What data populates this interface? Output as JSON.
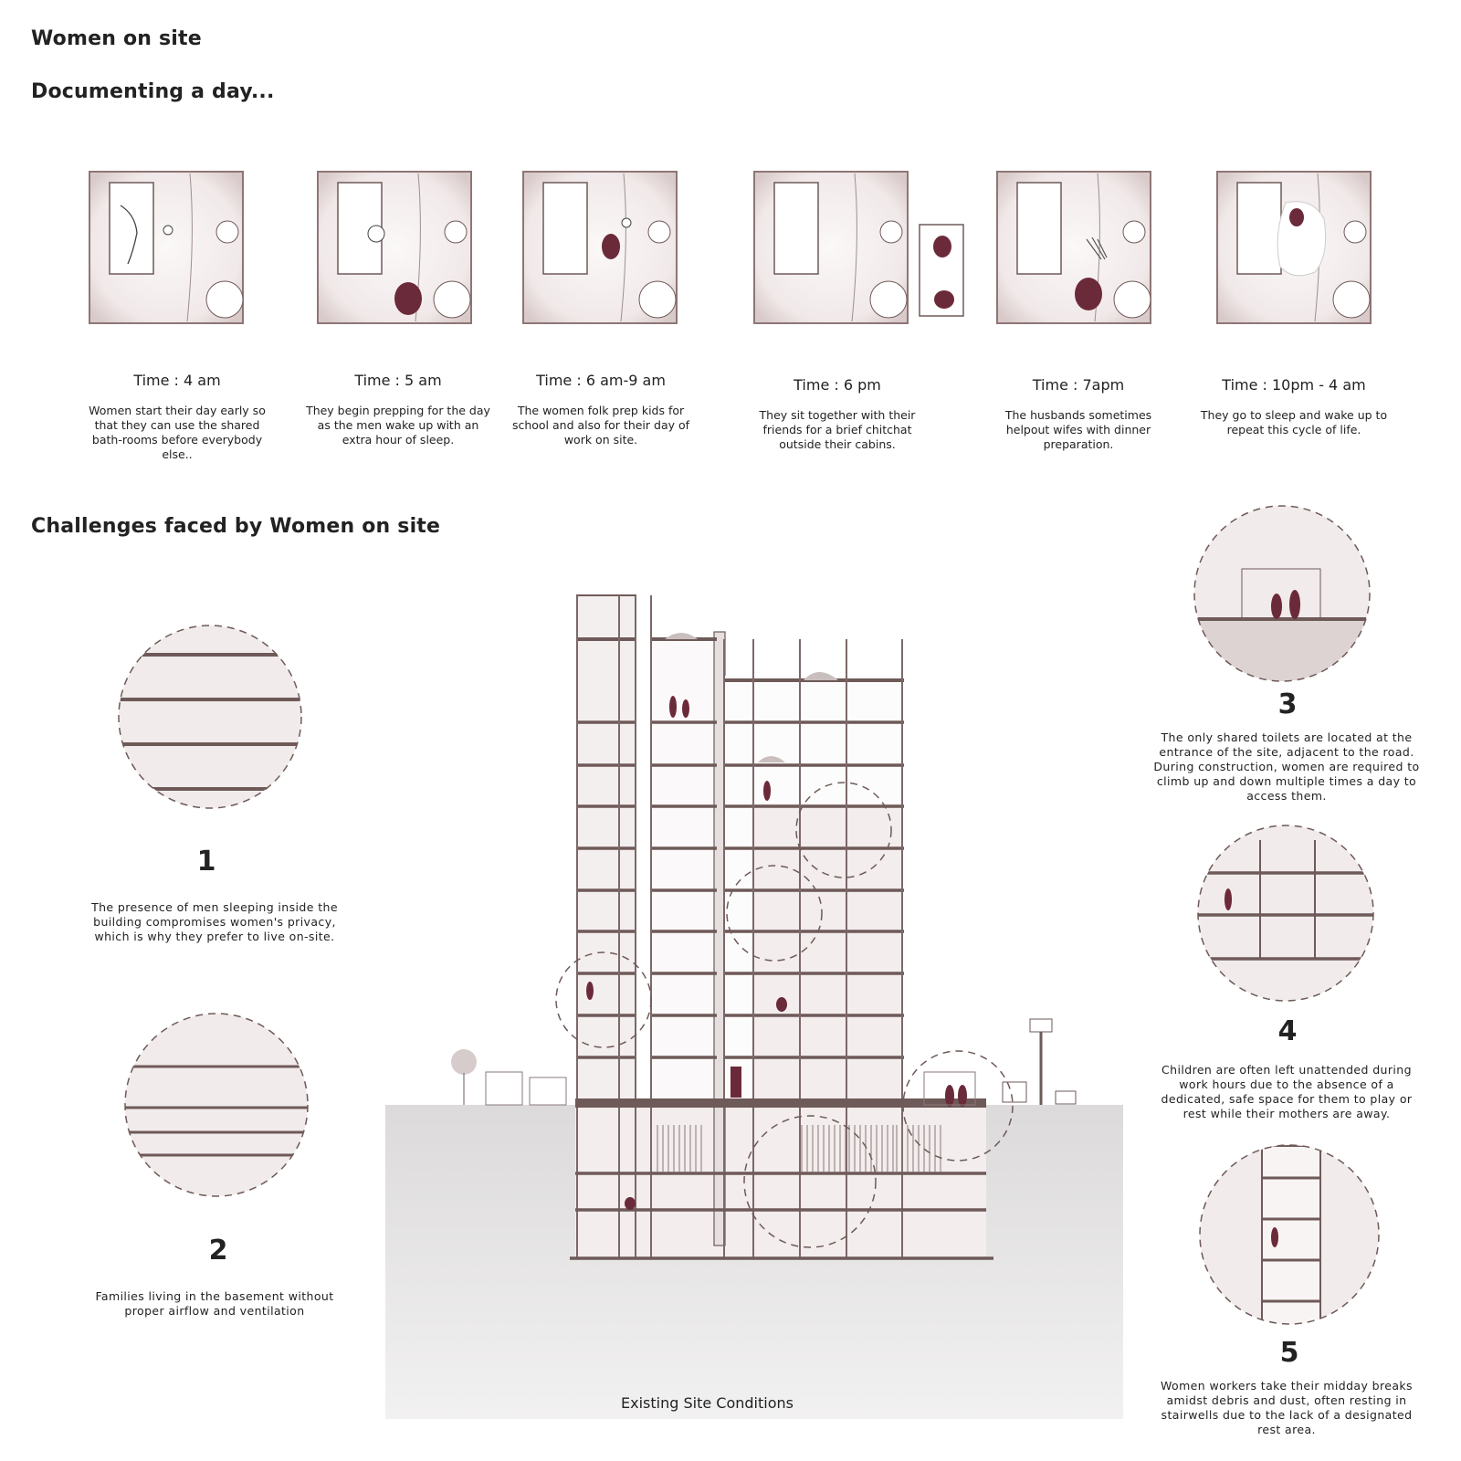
{
  "header": {
    "title": "Women on site",
    "subtitle": "Documenting a day...",
    "challenges_title": "Challenges faced by Women on site"
  },
  "timeline": [
    {
      "time": "Time : 4 am",
      "desc": "Women start their day early so that they can use the shared bath-rooms before everybody else.."
    },
    {
      "time": "Time : 5 am",
      "desc": "They begin prepping for the day as the men wake up with an extra hour of sleep."
    },
    {
      "time": "Time : 6 am-9 am",
      "desc": "The women folk prep kids for school and also for their day of work on site."
    },
    {
      "time": "Time : 6 pm",
      "desc": "They sit together with their friends for a brief chitchat outside their cabins."
    },
    {
      "time": "Time : 7apm",
      "desc": "The husbands sometimes helpout wifes with dinner preparation."
    },
    {
      "time": "Time : 10pm - 4 am",
      "desc": "They go to sleep and wake up to repeat this cycle of life."
    }
  ],
  "challenges": [
    {
      "num": "1",
      "desc": "The presence of men sleeping inside the building compromises women's privacy, which is why they prefer to live on-site."
    },
    {
      "num": "2",
      "desc": "Families living in the basement without proper airflow and ventilation"
    },
    {
      "num": "3",
      "desc": "The only shared toilets are located at the entrance of the site, adjacent to the road. During construction, women are required to climb up and down multiple times a day to access them."
    },
    {
      "num": "4",
      "desc": "Children are often left unattended during work hours due to the absence of a dedicated, safe space for them to play or rest while their mothers are away."
    },
    {
      "num": "5",
      "desc": "Women workers take their midday breaks amidst debris and dust, often resting in stairwells due to the lack of a designated rest area."
    }
  ],
  "section_caption": "Existing Site Conditions",
  "colors": {
    "accent": "#6b2a3a",
    "structure": "#6e5a58",
    "ground": "#e8e6e6",
    "room": "#f3eded"
  }
}
